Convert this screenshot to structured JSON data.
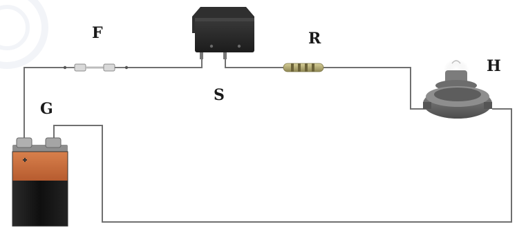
{
  "labels": {
    "fuse": "F",
    "switch": "S",
    "resistor": "R",
    "lamp": "H",
    "battery": "G"
  },
  "colors": {
    "wire": "#6f6f6f",
    "battery_top": "#c96a3a",
    "battery_bottom": "#151515",
    "switch_body": "#2b2b2b",
    "resistor_body": "#b9b07a",
    "lamp_base": "#6c6c6c"
  },
  "components": {
    "fuse": "fuse-icon",
    "switch": "rocker-switch-icon",
    "resistor": "resistor-icon",
    "lamp": "lamp-icon",
    "battery": "battery-icon"
  }
}
